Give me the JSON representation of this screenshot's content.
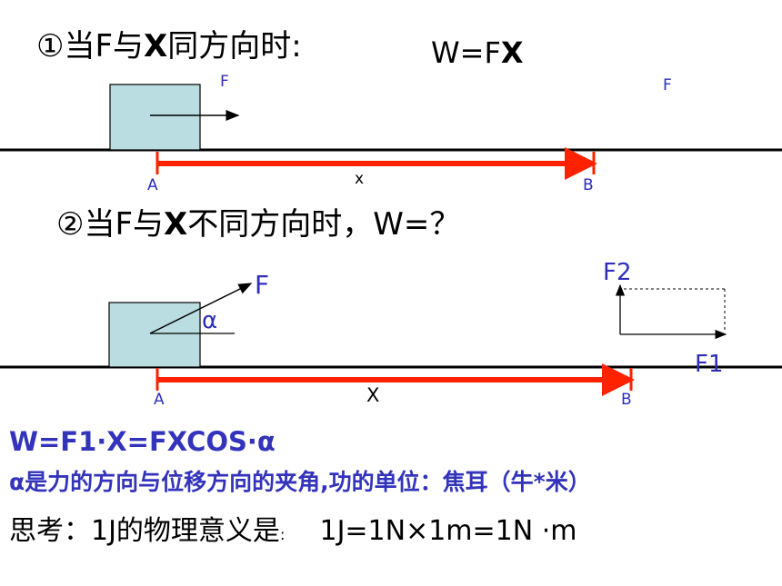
{
  "heading1": {
    "prefix": "①当F与",
    "bold": "X",
    "suffix": "同方向时:"
  },
  "equation1": {
    "prefix": "W=F",
    "bold": "X"
  },
  "diagram1": {
    "force_label": "F",
    "force_label_right": "F",
    "point_a": "A",
    "point_b": "B",
    "displacement": "x"
  },
  "heading2": {
    "prefix": "②当F与",
    "bold": "X",
    "suffix": "不同方向时，W=？"
  },
  "diagram2": {
    "force_label": "F",
    "angle_label": "α",
    "point_a": "A",
    "point_b": "B",
    "displacement": "X",
    "component_f2": "F2",
    "component_f1": "F1"
  },
  "formula": "W=F1·X=FXCOS·α",
  "description": "α是力的方向与位移方向的夹角,功的单位：焦耳（牛*米）",
  "think": {
    "label": "思考：1J的物理意义是",
    "colon": ":",
    "equation": "1J=1N×1m=1N ·m"
  },
  "colors": {
    "arrow": "#ff2200",
    "block_fill": "#b9dde0",
    "label_blue": "#2e2eb8",
    "formula_blue": "#3333bb"
  }
}
